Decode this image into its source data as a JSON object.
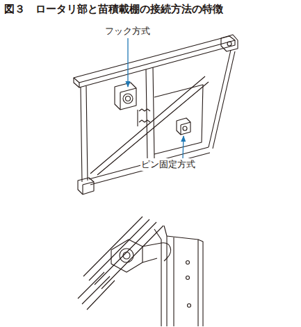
{
  "diagram": {
    "title": "図３　ロータリ部と苗積載棚の接続方法の特徴",
    "labels": [
      "フック方式",
      "ピン固定方式"
    ]
  }
}
